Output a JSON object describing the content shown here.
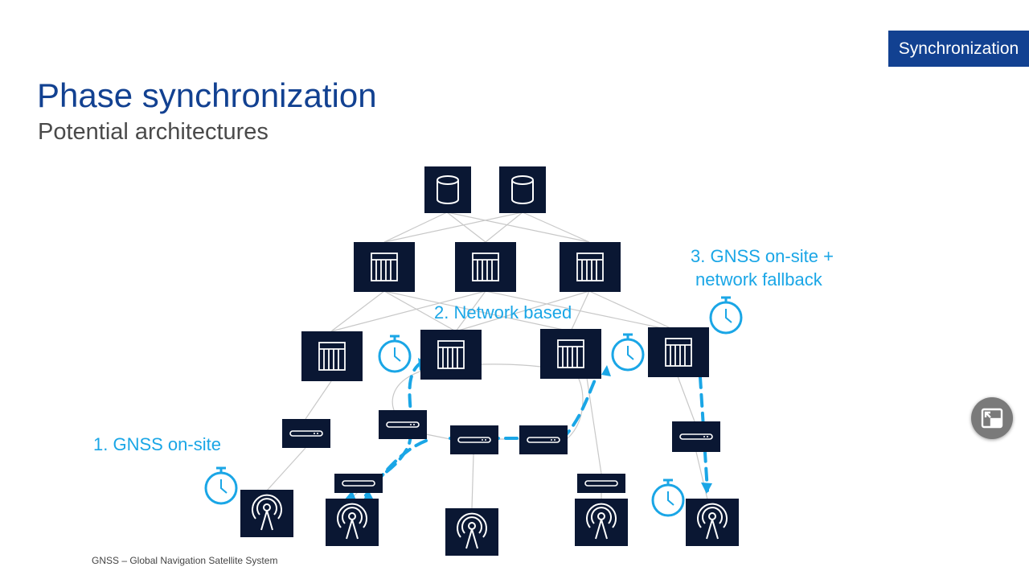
{
  "header": {
    "section_tag": "Synchronization",
    "title": "Phase synchronization",
    "subtitle": "Potential architectures"
  },
  "diagram": {
    "labels": {
      "gnss_onsite": "1. GNSS on-site",
      "network_based": "2. Network based",
      "gnss_fallback_line1": "3. GNSS on-site +",
      "gnss_fallback_line2": "network fallback"
    },
    "node_icons": {
      "database": "database-icon",
      "router": "router-rack-icon",
      "switch": "network-switch-icon",
      "antenna": "radio-antenna-icon",
      "clock": "stopwatch-icon"
    },
    "colors": {
      "node": "#0a1733",
      "accent": "#1aa6e6",
      "title": "#124191",
      "link": "#c8c8c8"
    }
  },
  "footnote": "GNSS  – Global Navigation Satellite System",
  "overlay": {
    "pip_button": "picture-in-picture-icon"
  }
}
